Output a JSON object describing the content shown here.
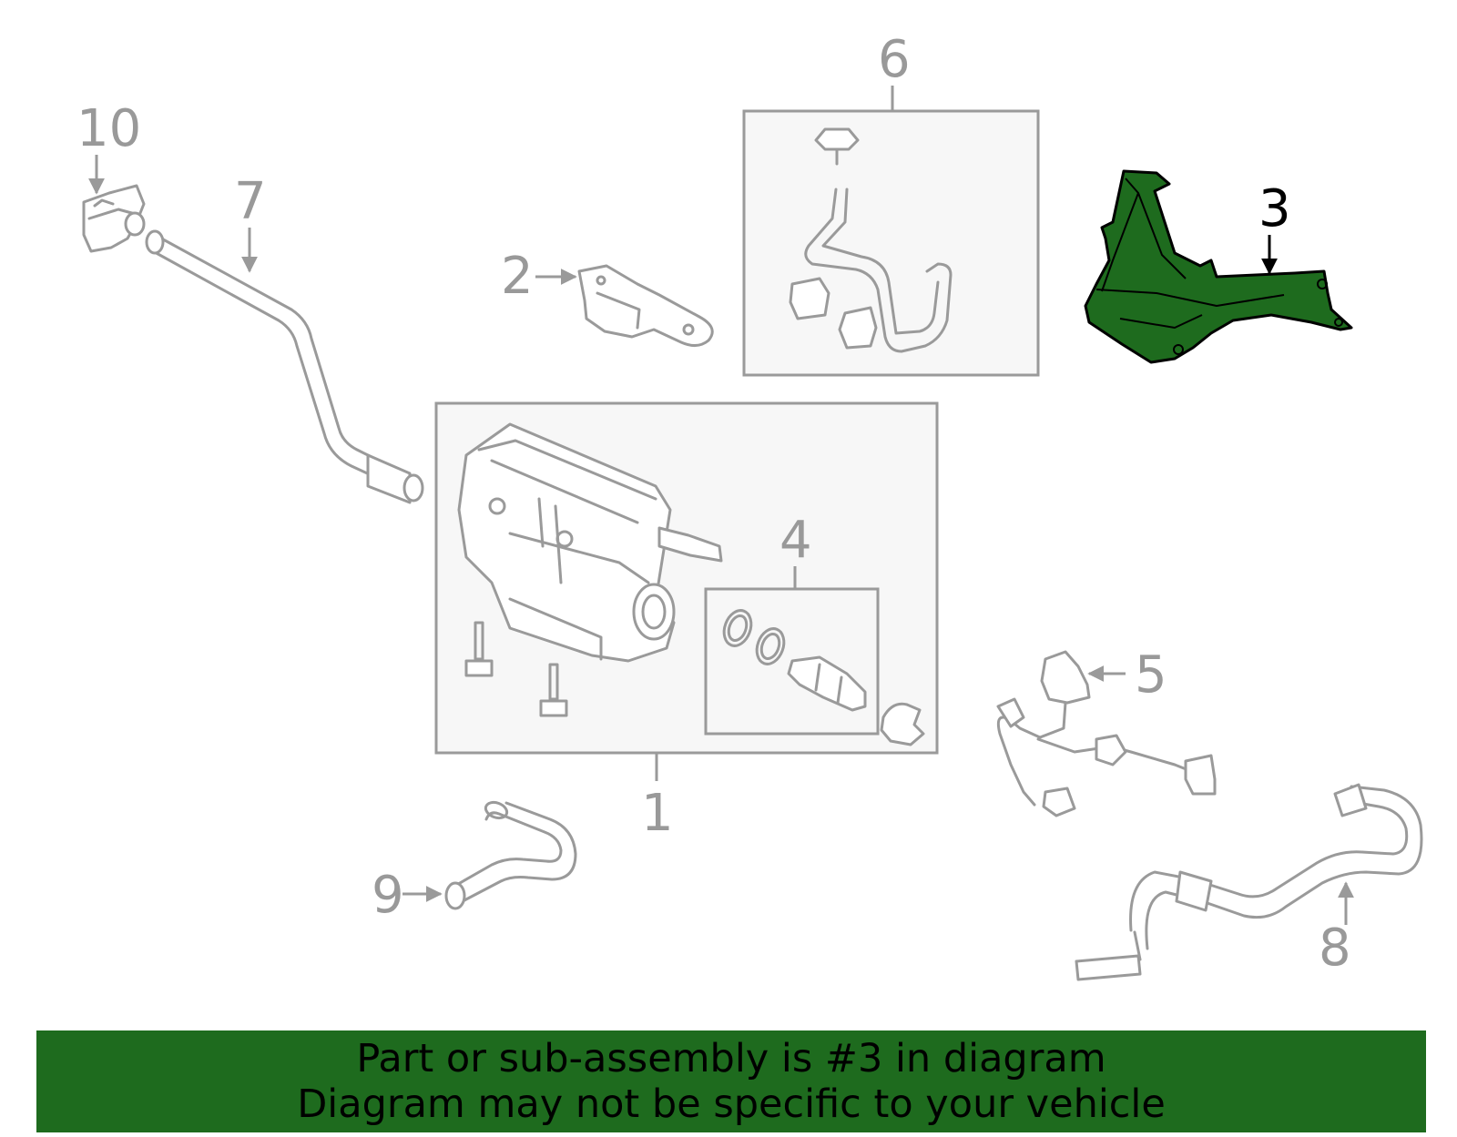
{
  "diagram": {
    "callouts": {
      "c1": "1",
      "c2": "2",
      "c3": "3",
      "c4": "4",
      "c5": "5",
      "c6": "6",
      "c7": "7",
      "c8": "8",
      "c9": "9",
      "c10": "10"
    },
    "highlighted_part": "3",
    "highlight_color": "#1e6b1e",
    "part_line_color": "#9a9a9a"
  },
  "banner": {
    "line1": "Part or sub-assembly is #3 in diagram",
    "line2": "Diagram may not be specific to your vehicle",
    "background": "#1e6b1e"
  }
}
